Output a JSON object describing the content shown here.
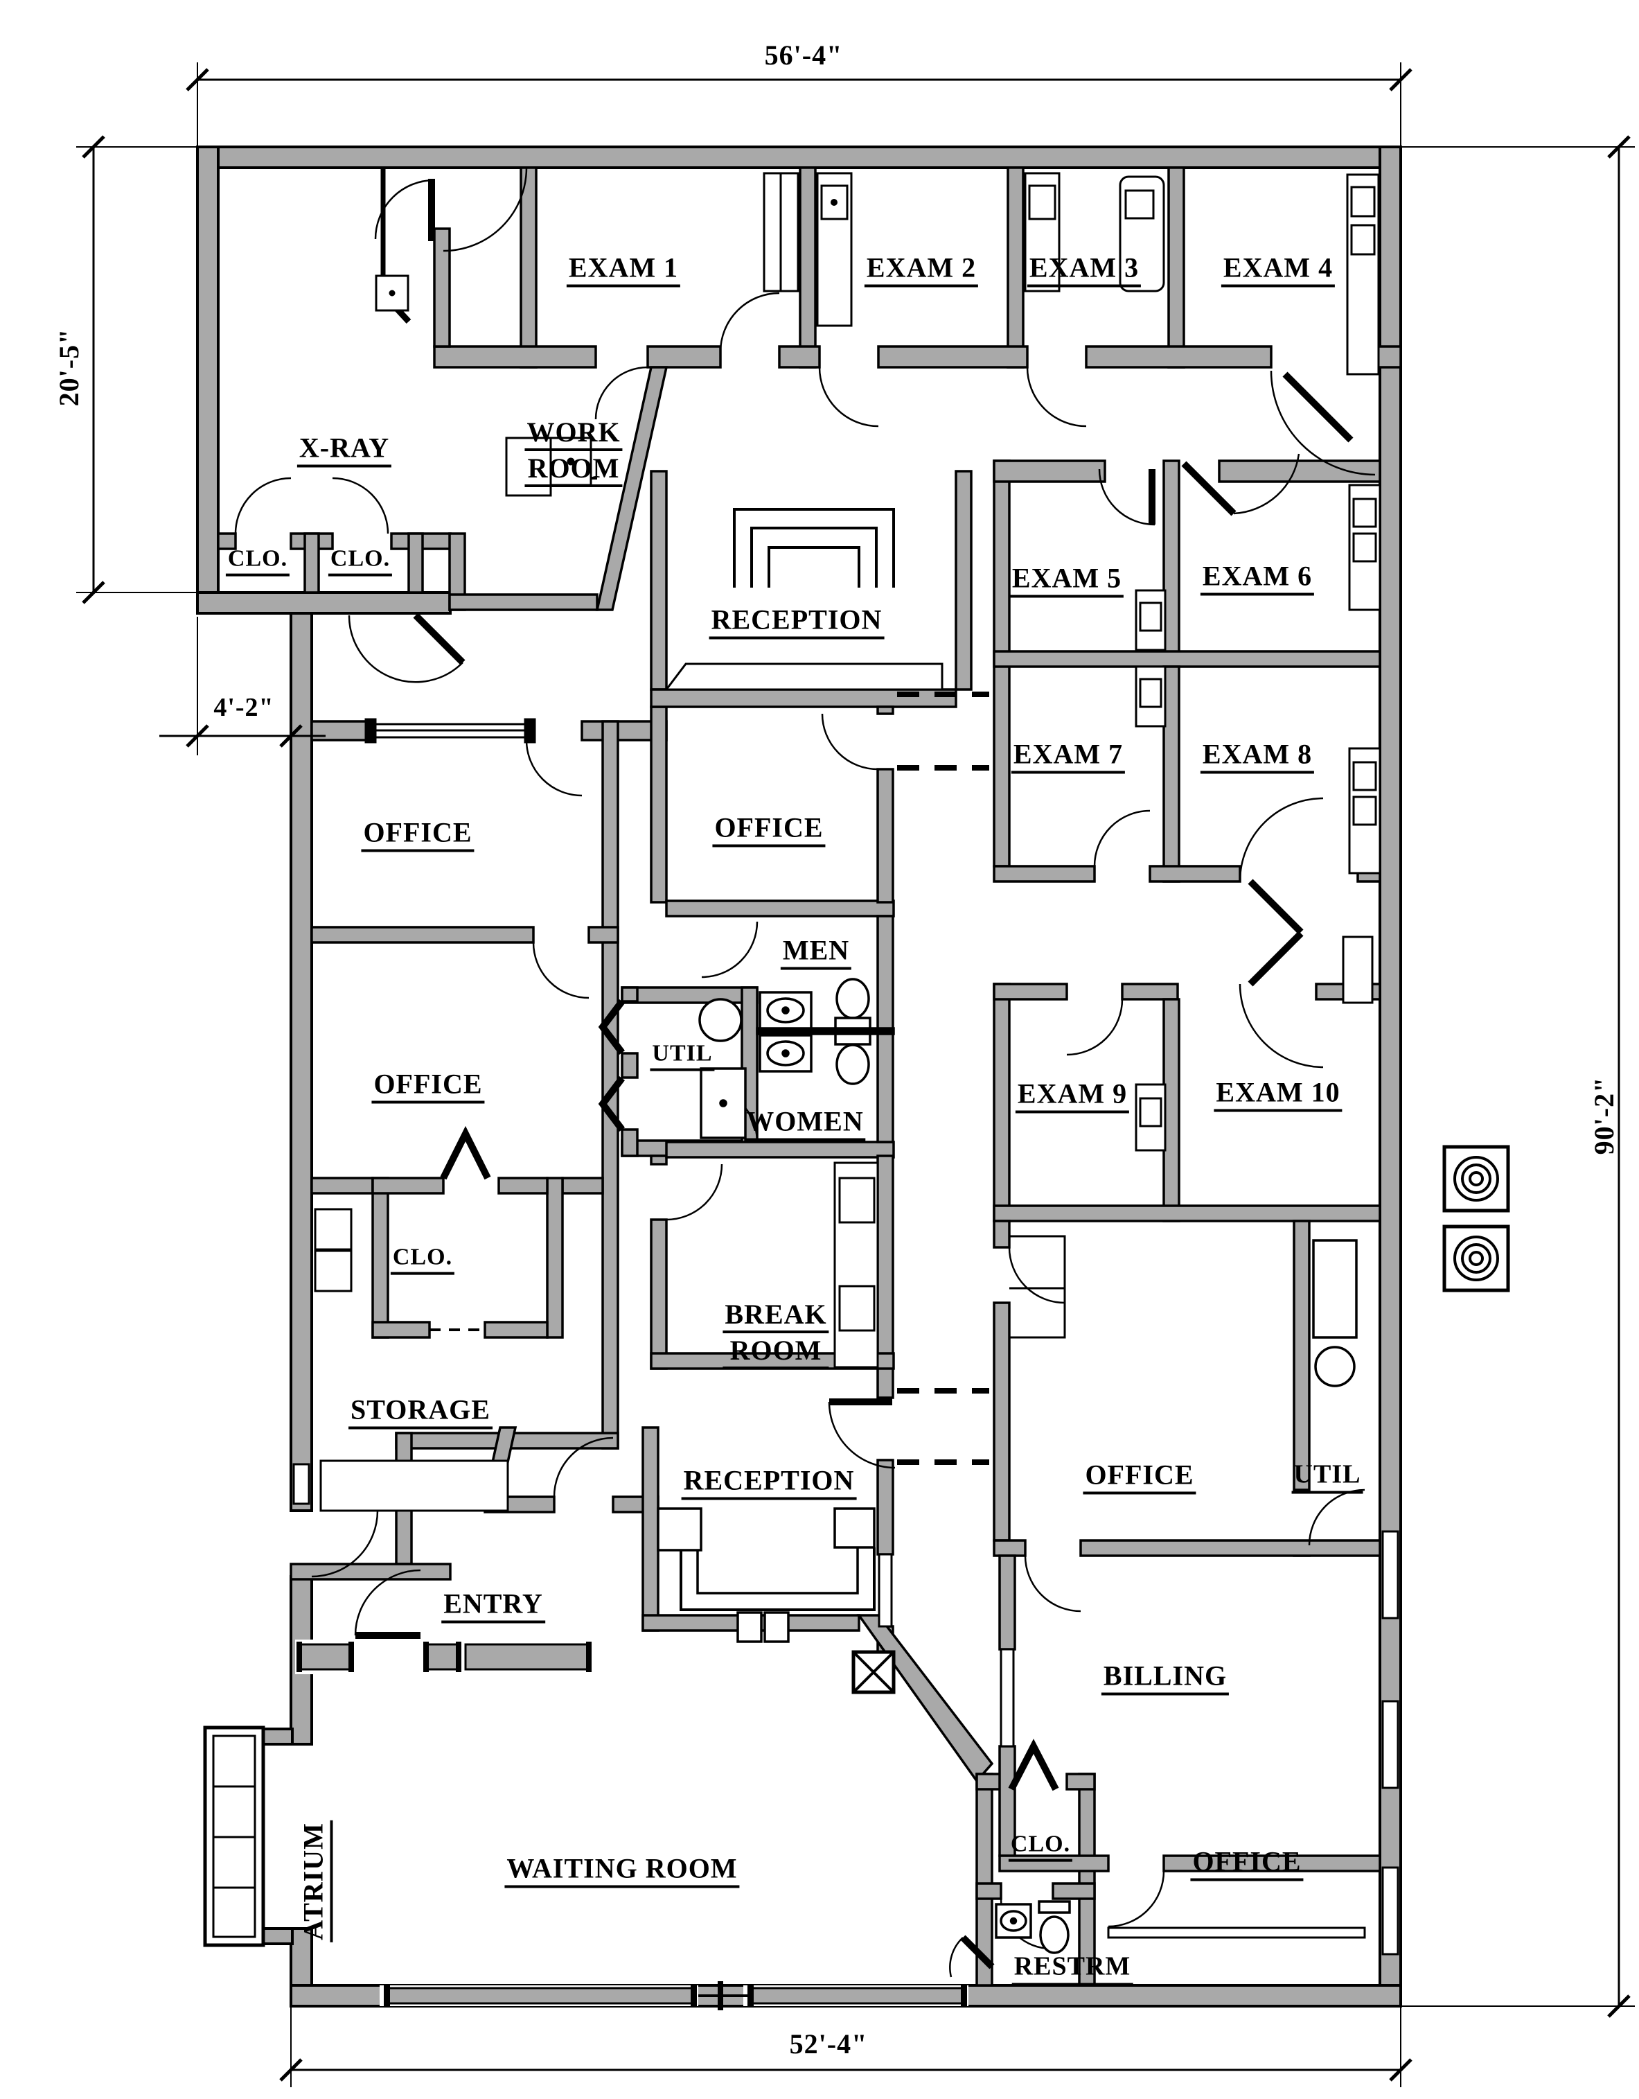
{
  "drawing_title": "Medical office floor plan",
  "dimensions": {
    "top_width": "56'-4\"",
    "left_height": "20'-5\"",
    "left_offset": "4'-2\"",
    "right_height": "90'-2\"",
    "bottom_width": "52'-4\""
  },
  "rooms": {
    "exam_1": "EXAM 1",
    "exam_2": "EXAM 2",
    "exam_3": "EXAM 3",
    "exam_4": "EXAM 4",
    "exam_5": "EXAM 5",
    "exam_6": "EXAM 6",
    "exam_7": "EXAM 7",
    "exam_8": "EXAM 8",
    "exam_9": "EXAM 9",
    "exam_10": "EXAM 10",
    "x_ray": "X-RAY",
    "work_room": {
      "line1": "WORK",
      "line2": "ROOM"
    },
    "closet_xray_a": "CLO.",
    "closet_xray_b": "CLO.",
    "reception_upper": "RECEPTION",
    "reception_lower": "RECEPTION",
    "office_upper_left": "OFFICE",
    "office_center": "OFFICE",
    "office_lower_left": "OFFICE",
    "office_right": "OFFICE",
    "office_bottom": "OFFICE",
    "men": "MEN",
    "women": "WOMEN",
    "util_center": "UTIL",
    "util_right": "UTIL",
    "break_room": {
      "line1": "BREAK",
      "line2": "ROOM"
    },
    "storage": "STORAGE",
    "entry": "ENTRY",
    "billing": "BILLING",
    "waiting_room": "WAITING ROOM",
    "atrium": "ATRIUM",
    "closet_left": "CLO.",
    "closet_bottom": "CLO.",
    "restroom": "RESTRM"
  },
  "icons": {
    "fixtures": [
      "reception-desk-icon",
      "toilet-icon",
      "sink-icon",
      "hvac-unit-icon",
      "xray-machine-icon",
      "atrium-window-icon",
      "column-marker-icon",
      "cabinet-icon",
      "water-heater-icon",
      "storefront-window-icon",
      "door-arc-icon"
    ]
  },
  "colors": {
    "wall_fill": "#a9a9a9",
    "line": "#000000",
    "background": "#ffffff"
  }
}
